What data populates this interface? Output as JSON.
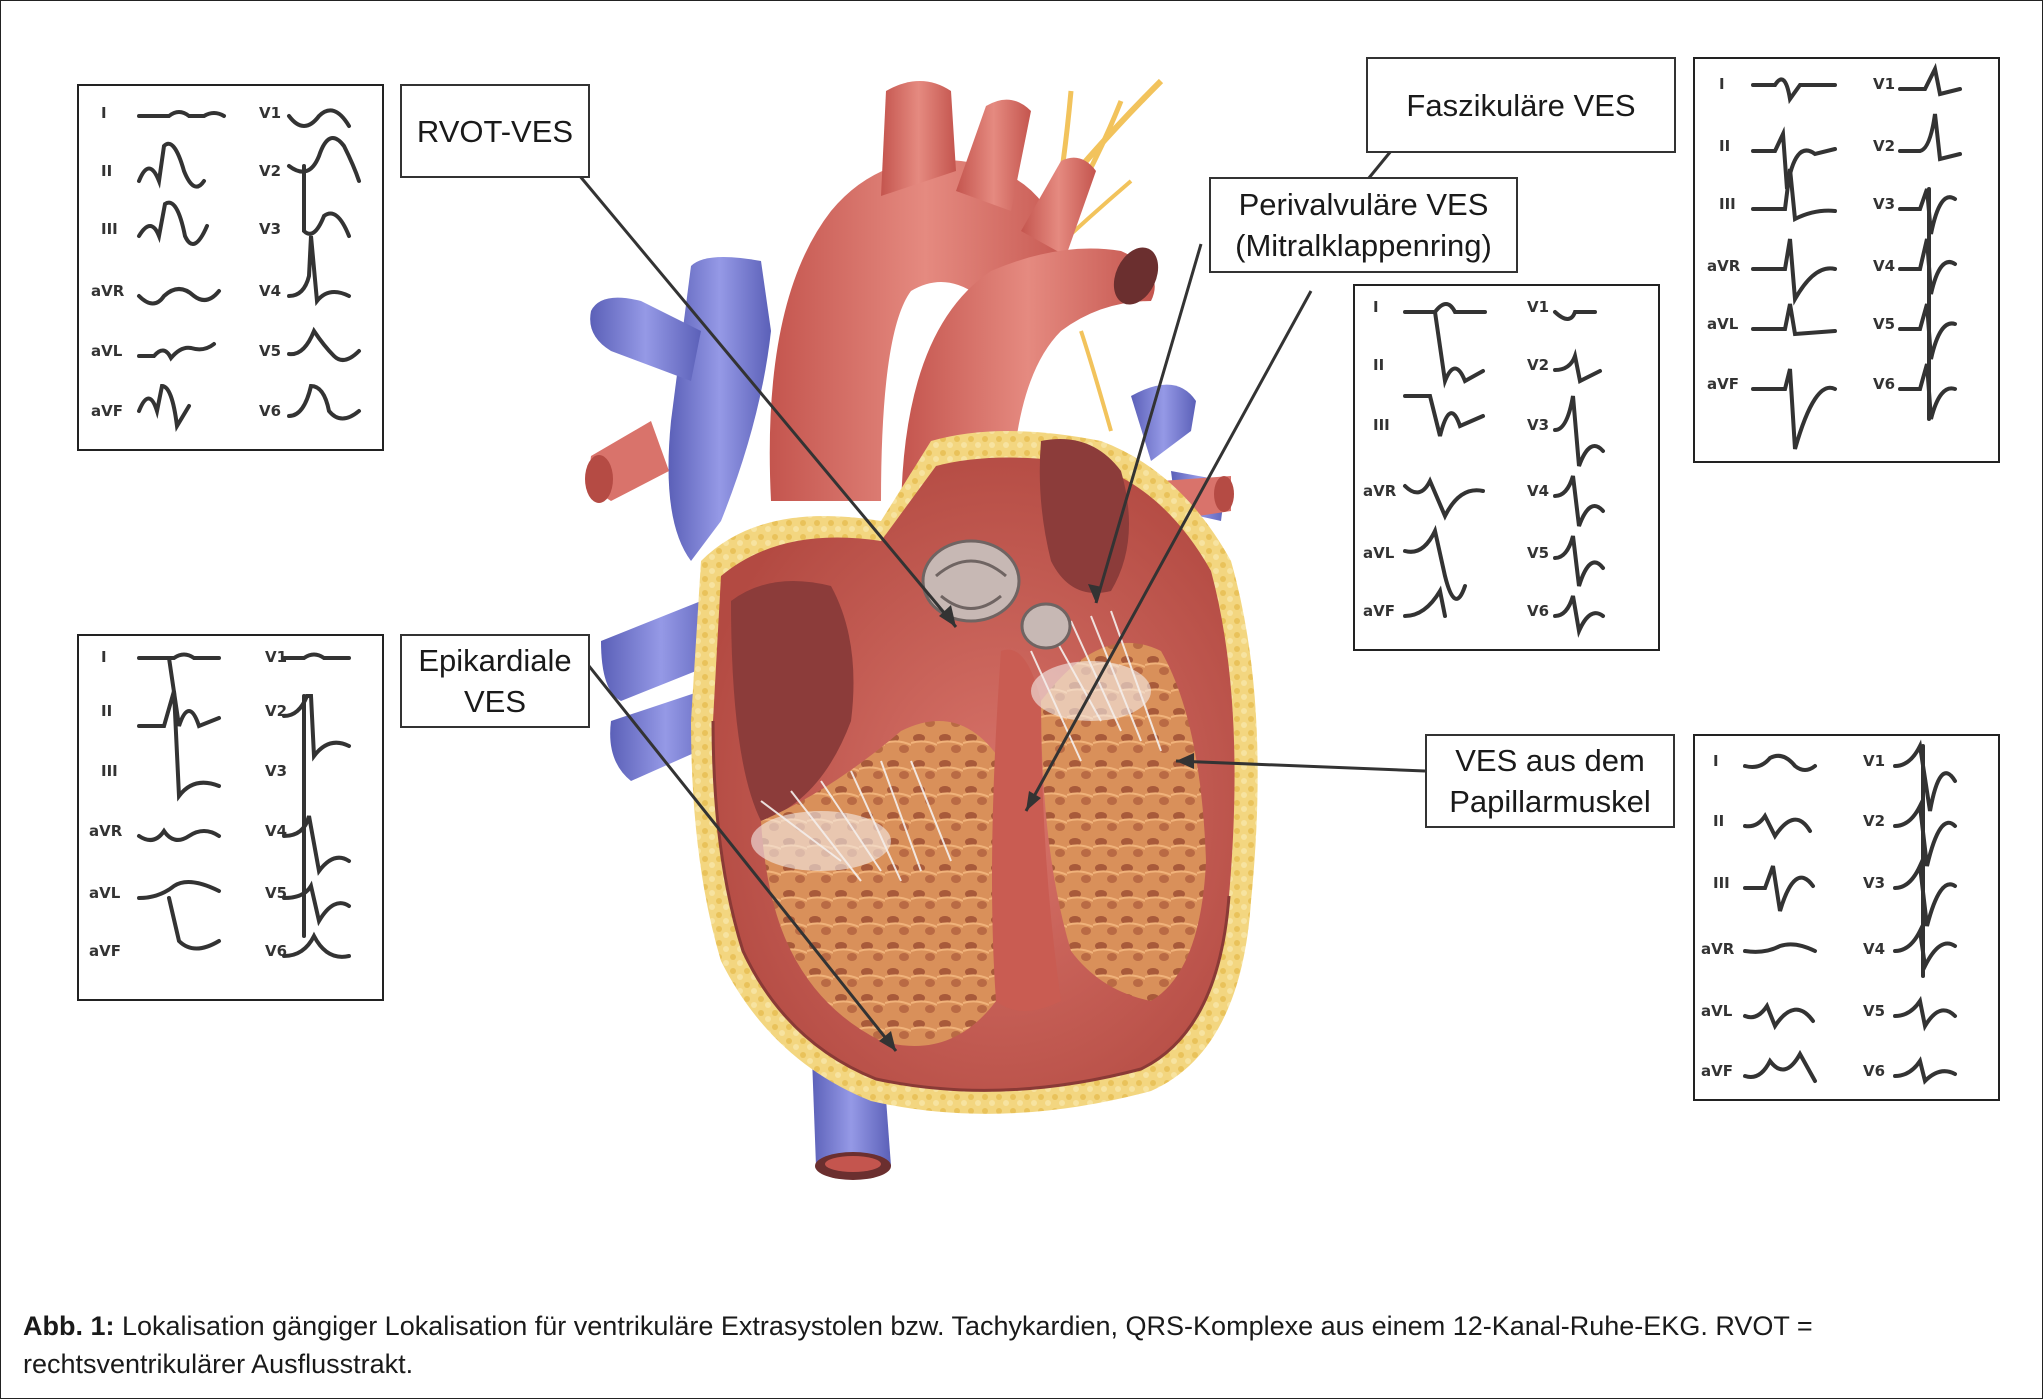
{
  "labels": {
    "rvot": "RVOT-VES",
    "faszikulaer": "Faszikuläre VES",
    "perivalvulaer_line1": "Perivalvuläre VES",
    "perivalvulaer_line2": "(Mitralklappenring)",
    "epikardial_line1": "Epikardiale",
    "epikardial_line2": "VES",
    "papillar_line1": "VES aus dem",
    "papillar_line2": "Papillarmuskel"
  },
  "ecg_leads": {
    "limb": [
      "I",
      "II",
      "III",
      "aVR",
      "aVL",
      "aVF"
    ],
    "chest": [
      "V1",
      "V2",
      "V3",
      "V4",
      "V5",
      "V6"
    ]
  },
  "caption": {
    "prefix": "Abb. 1:",
    "text": " Lokalisation gängiger Lokalisation für ventrikuläre Extrasystolen bzw. Tachykardien, QRS-Komplexe aus einem 12-Kanal-Ruhe-EKG. RVOT = rechtsventrikulärer Ausflusstrakt."
  },
  "colors": {
    "aorta": "#d9736b",
    "vena_cava": "#7f84d6",
    "myocardium": "#c95c52",
    "fat": "#f2d27a",
    "trabeculae": "#d9905a"
  }
}
